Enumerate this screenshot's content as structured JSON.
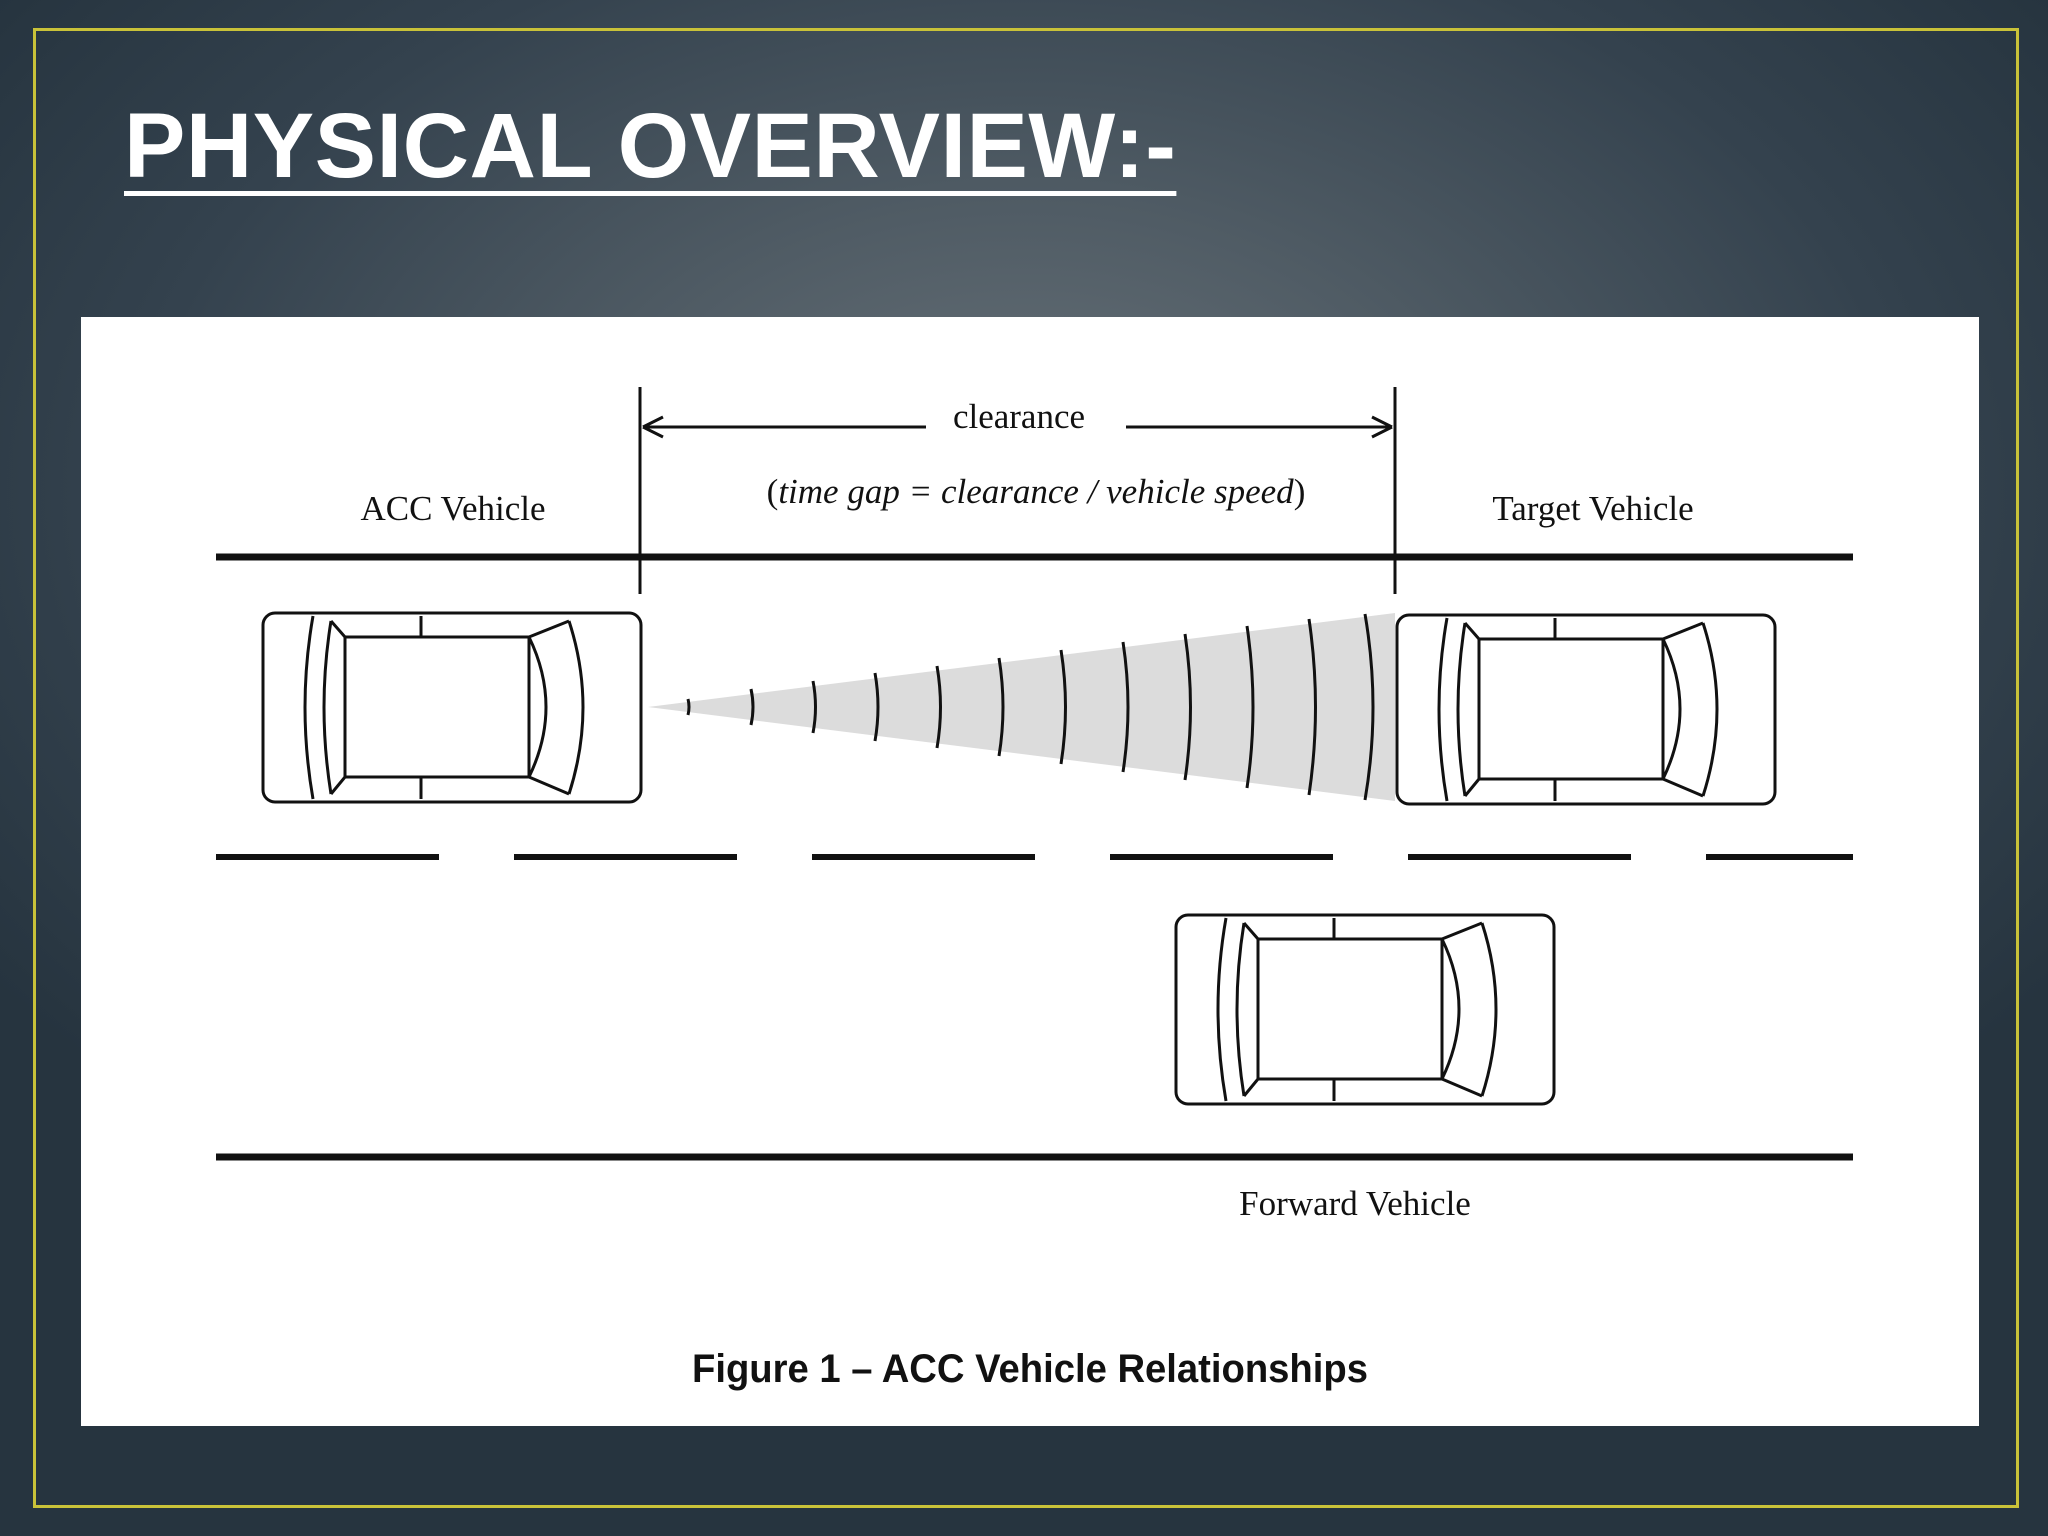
{
  "slide": {
    "title": "PHYSICAL OVERVIEW:-",
    "frame_color": "#c9c239"
  },
  "figure": {
    "labels": {
      "acc_vehicle": "ACC Vehicle",
      "clearance": "clearance",
      "time_gap_open": "(",
      "time_gap_formula": "time gap = clearance / vehicle speed",
      "time_gap_close": ")",
      "target_vehicle": "Target Vehicle",
      "forward_vehicle": "Forward Vehicle"
    },
    "caption": "Figure 1 – ACC Vehicle Relationships",
    "radar_fill": "#dcdcdc"
  }
}
